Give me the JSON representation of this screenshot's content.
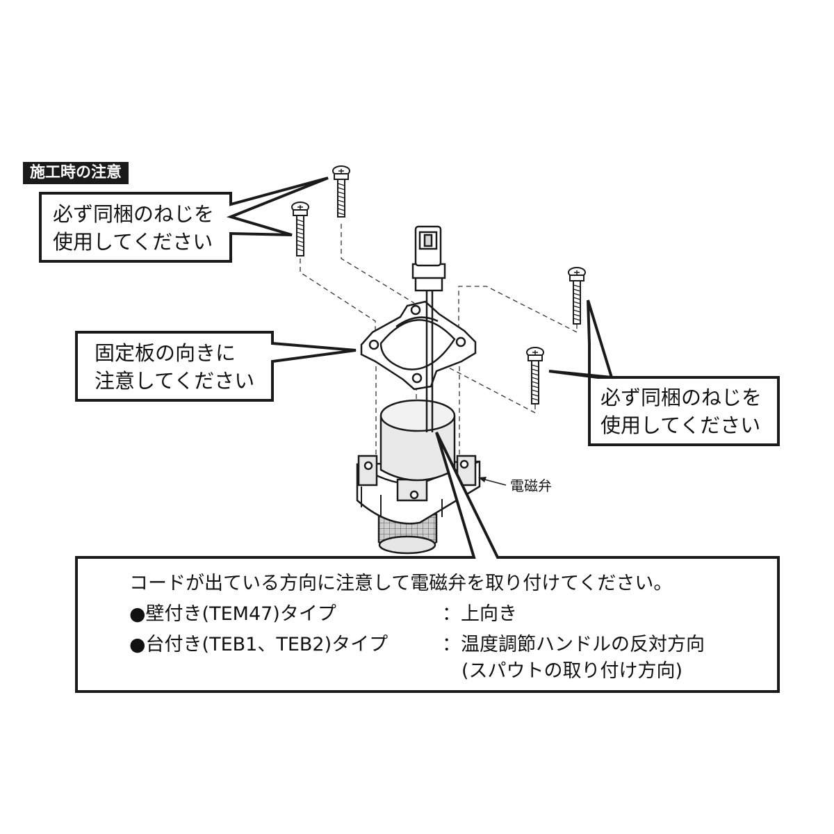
{
  "section_title": "施工時の注意",
  "callouts": {
    "screws_left": {
      "line1": "必ず同梱のねじを",
      "line2": "使用してください"
    },
    "fixing_plate": {
      "line1": "固定板の向きに",
      "line2": "注意してください"
    },
    "screws_right": {
      "line1": "必ず同梱のねじを",
      "line2": "使用してください"
    }
  },
  "part_label": "電磁弁",
  "note": {
    "line1": "コードが出ている方向に注意して電磁弁を取り付けてください。",
    "wall_type": {
      "label": "●壁付き(TEM47)タイプ",
      "value": "：上向き"
    },
    "deck_type": {
      "label": "●台付き(TEB1、TEB2)タイプ",
      "value": "：温度調節ハンドルの反対方向",
      "value2": "(スパウトの取り付け方向)"
    }
  },
  "colors": {
    "line": "#1a1a1a",
    "tag_bg": "#1a1a1a",
    "tag_text": "#ffffff",
    "shade": "#d9d9d9"
  }
}
